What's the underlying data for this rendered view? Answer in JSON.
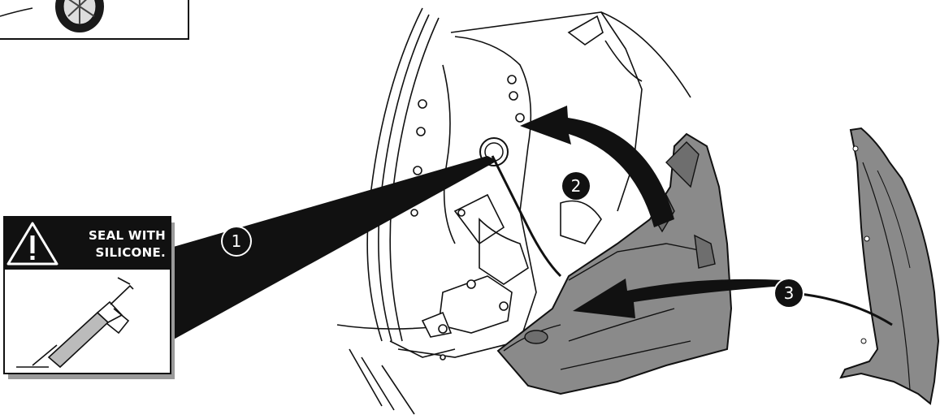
{
  "warning_label": {
    "line1": "SEAL WITH",
    "line2": "SILICONE.",
    "icon": "warning-triangle-icon",
    "tool_icon": "caulking-gun-icon"
  },
  "callouts": [
    {
      "number": "1"
    },
    {
      "number": "2"
    },
    {
      "number": "3"
    }
  ],
  "colors": {
    "ink": "#111111",
    "panel_gray": "#8a8a8a",
    "shadow_gray": "#9a9a9a"
  }
}
